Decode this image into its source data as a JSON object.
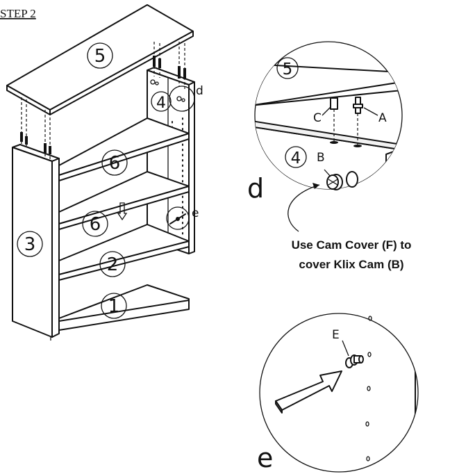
{
  "step_title": "STEP 2",
  "parts": {
    "top_panel": "5",
    "right_side": "4",
    "left_side": "3",
    "bottom": "2",
    "base": "1",
    "fixed_shelf": "6",
    "adjustable_shelf": "6"
  },
  "callouts": {
    "d": "d",
    "e": "e"
  },
  "detail_d": {
    "title": "d",
    "panel_top": "5",
    "panel_side": "4",
    "part_a": "A",
    "part_b": "B",
    "part_c": "C",
    "note_line1": "Use Cam Cover (F) to",
    "note_line2": "cover Klix Cam (B)"
  },
  "detail_e": {
    "title": "e",
    "part_e": "E"
  }
}
